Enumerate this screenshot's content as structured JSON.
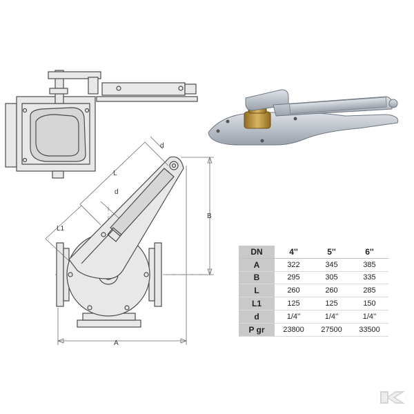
{
  "dimensions": {
    "d_top": "d",
    "L": "L",
    "d_mid": "d",
    "L1": "L1",
    "B": "B",
    "A": "A"
  },
  "table": {
    "headers": [
      "DN",
      "4''",
      "5''",
      "6''"
    ],
    "rows": [
      {
        "label": "A",
        "values": [
          "322",
          "345",
          "385"
        ]
      },
      {
        "label": "B",
        "values": [
          "295",
          "305",
          "335"
        ]
      },
      {
        "label": "L",
        "values": [
          "260",
          "260",
          "285"
        ]
      },
      {
        "label": "L1",
        "values": [
          "125",
          "125",
          "150"
        ]
      },
      {
        "label": "d",
        "values": [
          "1/4''",
          "1/4''",
          "1/4''"
        ]
      },
      {
        "label": "P gr",
        "values": [
          "23800",
          "27500",
          "33500"
        ]
      }
    ]
  },
  "colors": {
    "line": "#4a4a4a",
    "table_header_bg": "#c9c9c9",
    "photo_metal": "#c7ccd3",
    "photo_brass": "#c9a24a"
  }
}
